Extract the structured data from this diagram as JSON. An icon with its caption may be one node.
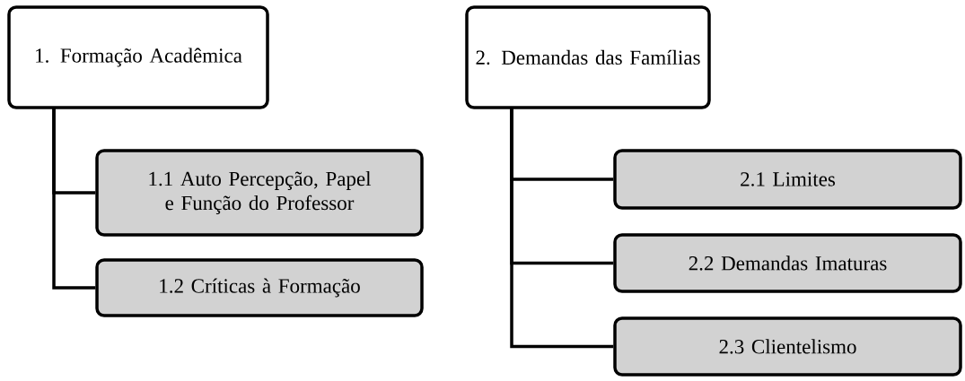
{
  "diagram": {
    "nodes": [
      {
        "text": [
          "1. Formação Acadêmica"
        ]
      },
      {
        "text": [
          "1.1 Auto Percepção, Papel e Função do Professor"
        ]
      },
      {
        "text": [
          "1.2 Críticas à Formação"
        ]
      },
      {
        "text": [
          "2. Demandas das Famílias"
        ]
      },
      {
        "text": [
          "2.1 Limites"
        ]
      },
      {
        "text": [
          "2.2 Demandas Imaturas"
        ]
      },
      {
        "text": [
          "2.3 Clientelismo"
        ]
      }
    ],
    "edges": [
      {
        "from": 0,
        "to": 1,
        "arrow": "none"
      },
      {
        "from": 0,
        "to": 2,
        "arrow": "none"
      },
      {
        "from": 3,
        "to": 4,
        "arrow": "none"
      },
      {
        "from": 3,
        "to": 5,
        "arrow": "none"
      },
      {
        "from": 3,
        "to": 6,
        "arrow": "none"
      }
    ]
  }
}
